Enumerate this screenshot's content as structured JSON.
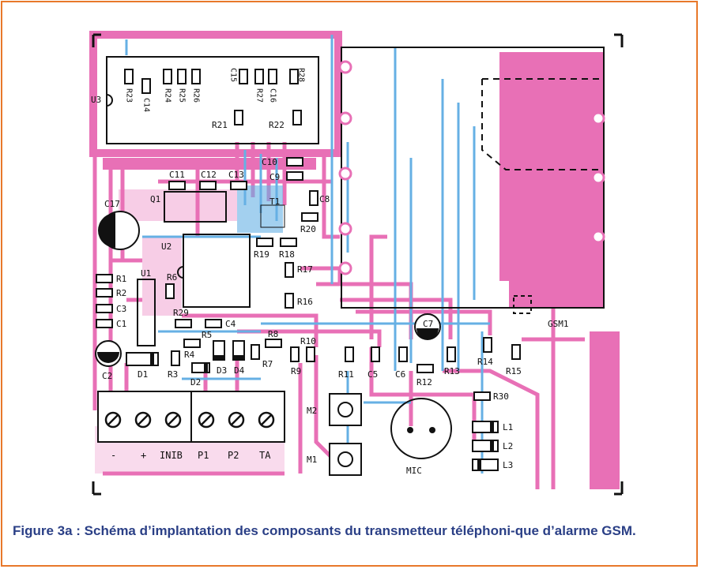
{
  "figure": {
    "caption": "Figure 3a : Schéma d’implantation des composants du transmetteur téléphoni-que d’alarme GSM.",
    "colors": {
      "frame": "#e8782a",
      "copper": "#e870b6",
      "trace_blue": "#66b0e4",
      "silk": "#111111",
      "caption": "#2a3f86"
    }
  },
  "labels": {
    "U3": "U3",
    "R23": "R23",
    "C14": "C14",
    "R24": "R24",
    "R25": "R25",
    "R26": "R26",
    "C15": "C15",
    "R27": "R27",
    "C16": "C16",
    "R28": "R28",
    "R21": "R21",
    "R22": "R22",
    "C10": "C10",
    "C9": "C9",
    "C11": "C11",
    "C12": "C12",
    "C13": "C13",
    "C8": "C8",
    "Q1": "Q1",
    "T1": "T1",
    "C17": "C17",
    "R20": "R20",
    "U2": "U2",
    "R19": "R19",
    "R18": "R18",
    "R17": "R17",
    "R16": "R16",
    "R1": "R1",
    "U1": "U1",
    "R2": "R2",
    "C3": "C3",
    "C1": "C1",
    "R6": "R6",
    "R29": "R29",
    "C4": "C4",
    "R5": "R5",
    "R4": "R4",
    "R8": "R8",
    "R10": "R10",
    "C2": "C2",
    "D1": "D1",
    "R3": "R3",
    "D3": "D3",
    "D4": "D4",
    "R7": "R7",
    "R9": "R9",
    "D2": "D2",
    "R11": "R11",
    "C5": "C5",
    "C6": "C6",
    "C7": "C7",
    "R12": "R12",
    "R13": "R13",
    "R14": "R14",
    "R15": "R15",
    "GSM1": "GSM1",
    "R30": "R30",
    "M2": "M2",
    "M1": "M1",
    "MIC": "MIC",
    "L1": "L1",
    "L2": "L2",
    "L3": "L3"
  },
  "terminals": [
    "-",
    "+",
    "INIB",
    "P1",
    "P2",
    "TA"
  ]
}
